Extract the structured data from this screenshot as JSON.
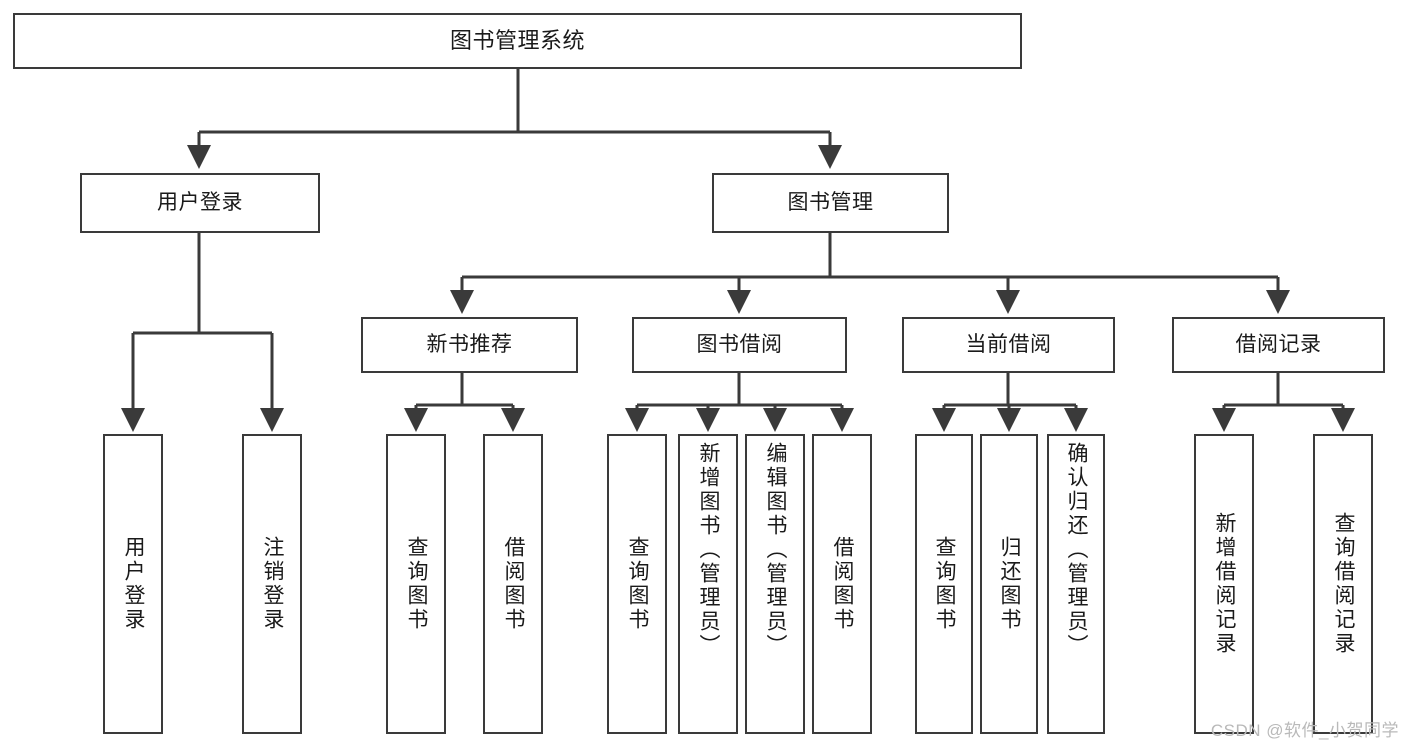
{
  "diagram": {
    "type": "tree",
    "title": "图书管理系统",
    "root": {
      "label": "图书管理系统"
    },
    "level2": [
      {
        "label": "用户登录"
      },
      {
        "label": "图书管理"
      }
    ],
    "level3": [
      {
        "label": "新书推荐"
      },
      {
        "label": "图书借阅"
      },
      {
        "label": "当前借阅"
      },
      {
        "label": "借阅记录"
      }
    ],
    "leaves": {
      "user_login": [
        {
          "label": "用户登录"
        },
        {
          "label": "注销登录"
        }
      ],
      "new_book": [
        {
          "label": "查询图书"
        },
        {
          "label": "借阅图书"
        }
      ],
      "book_borrow": [
        {
          "label": "查询图书"
        },
        {
          "label": "新增图书（管理员）"
        },
        {
          "label": "编辑图书（管理员）"
        },
        {
          "label": "借阅图书"
        }
      ],
      "current_borrow": [
        {
          "label": "查询图书"
        },
        {
          "label": "归还图书"
        },
        {
          "label": "确认归还（管理员）"
        }
      ],
      "borrow_record": [
        {
          "label": "新增借阅记录"
        },
        {
          "label": "查询借阅记录"
        }
      ]
    }
  },
  "watermark": {
    "text": "CSDN @软件_小贺同学"
  },
  "colors": {
    "stroke": "#3a3a3a",
    "text": "#1a1a1a",
    "background": "#ffffff",
    "watermark": "#b9b9b9"
  }
}
